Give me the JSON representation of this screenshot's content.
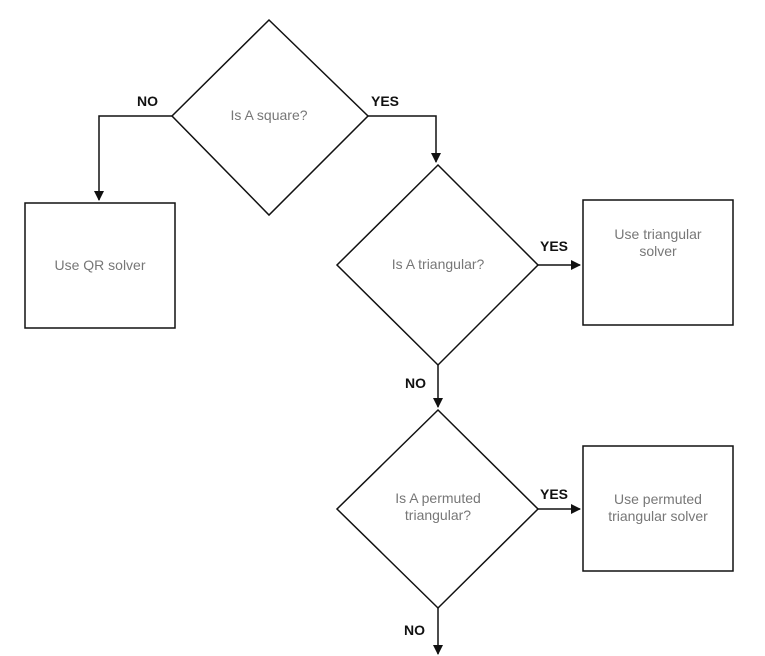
{
  "nodes": {
    "decision_square": {
      "text": "Is A square?"
    },
    "box_qr": {
      "text": "Use QR solver"
    },
    "decision_triangular": {
      "text": "Is A triangular?"
    },
    "box_triangular": {
      "text": "Use triangular\nsolver"
    },
    "decision_permuted": {
      "text": "Is A permuted\ntriangular?"
    },
    "box_permuted": {
      "text": "Use permuted\ntriangular solver"
    }
  },
  "labels": {
    "square_no": "NO",
    "square_yes": "YES",
    "triangular_yes": "YES",
    "triangular_no": "NO",
    "permuted_yes": "YES",
    "permuted_no": "NO"
  },
  "colors": {
    "stroke": "#111111",
    "node_text": "#777777",
    "background": "#ffffff"
  }
}
